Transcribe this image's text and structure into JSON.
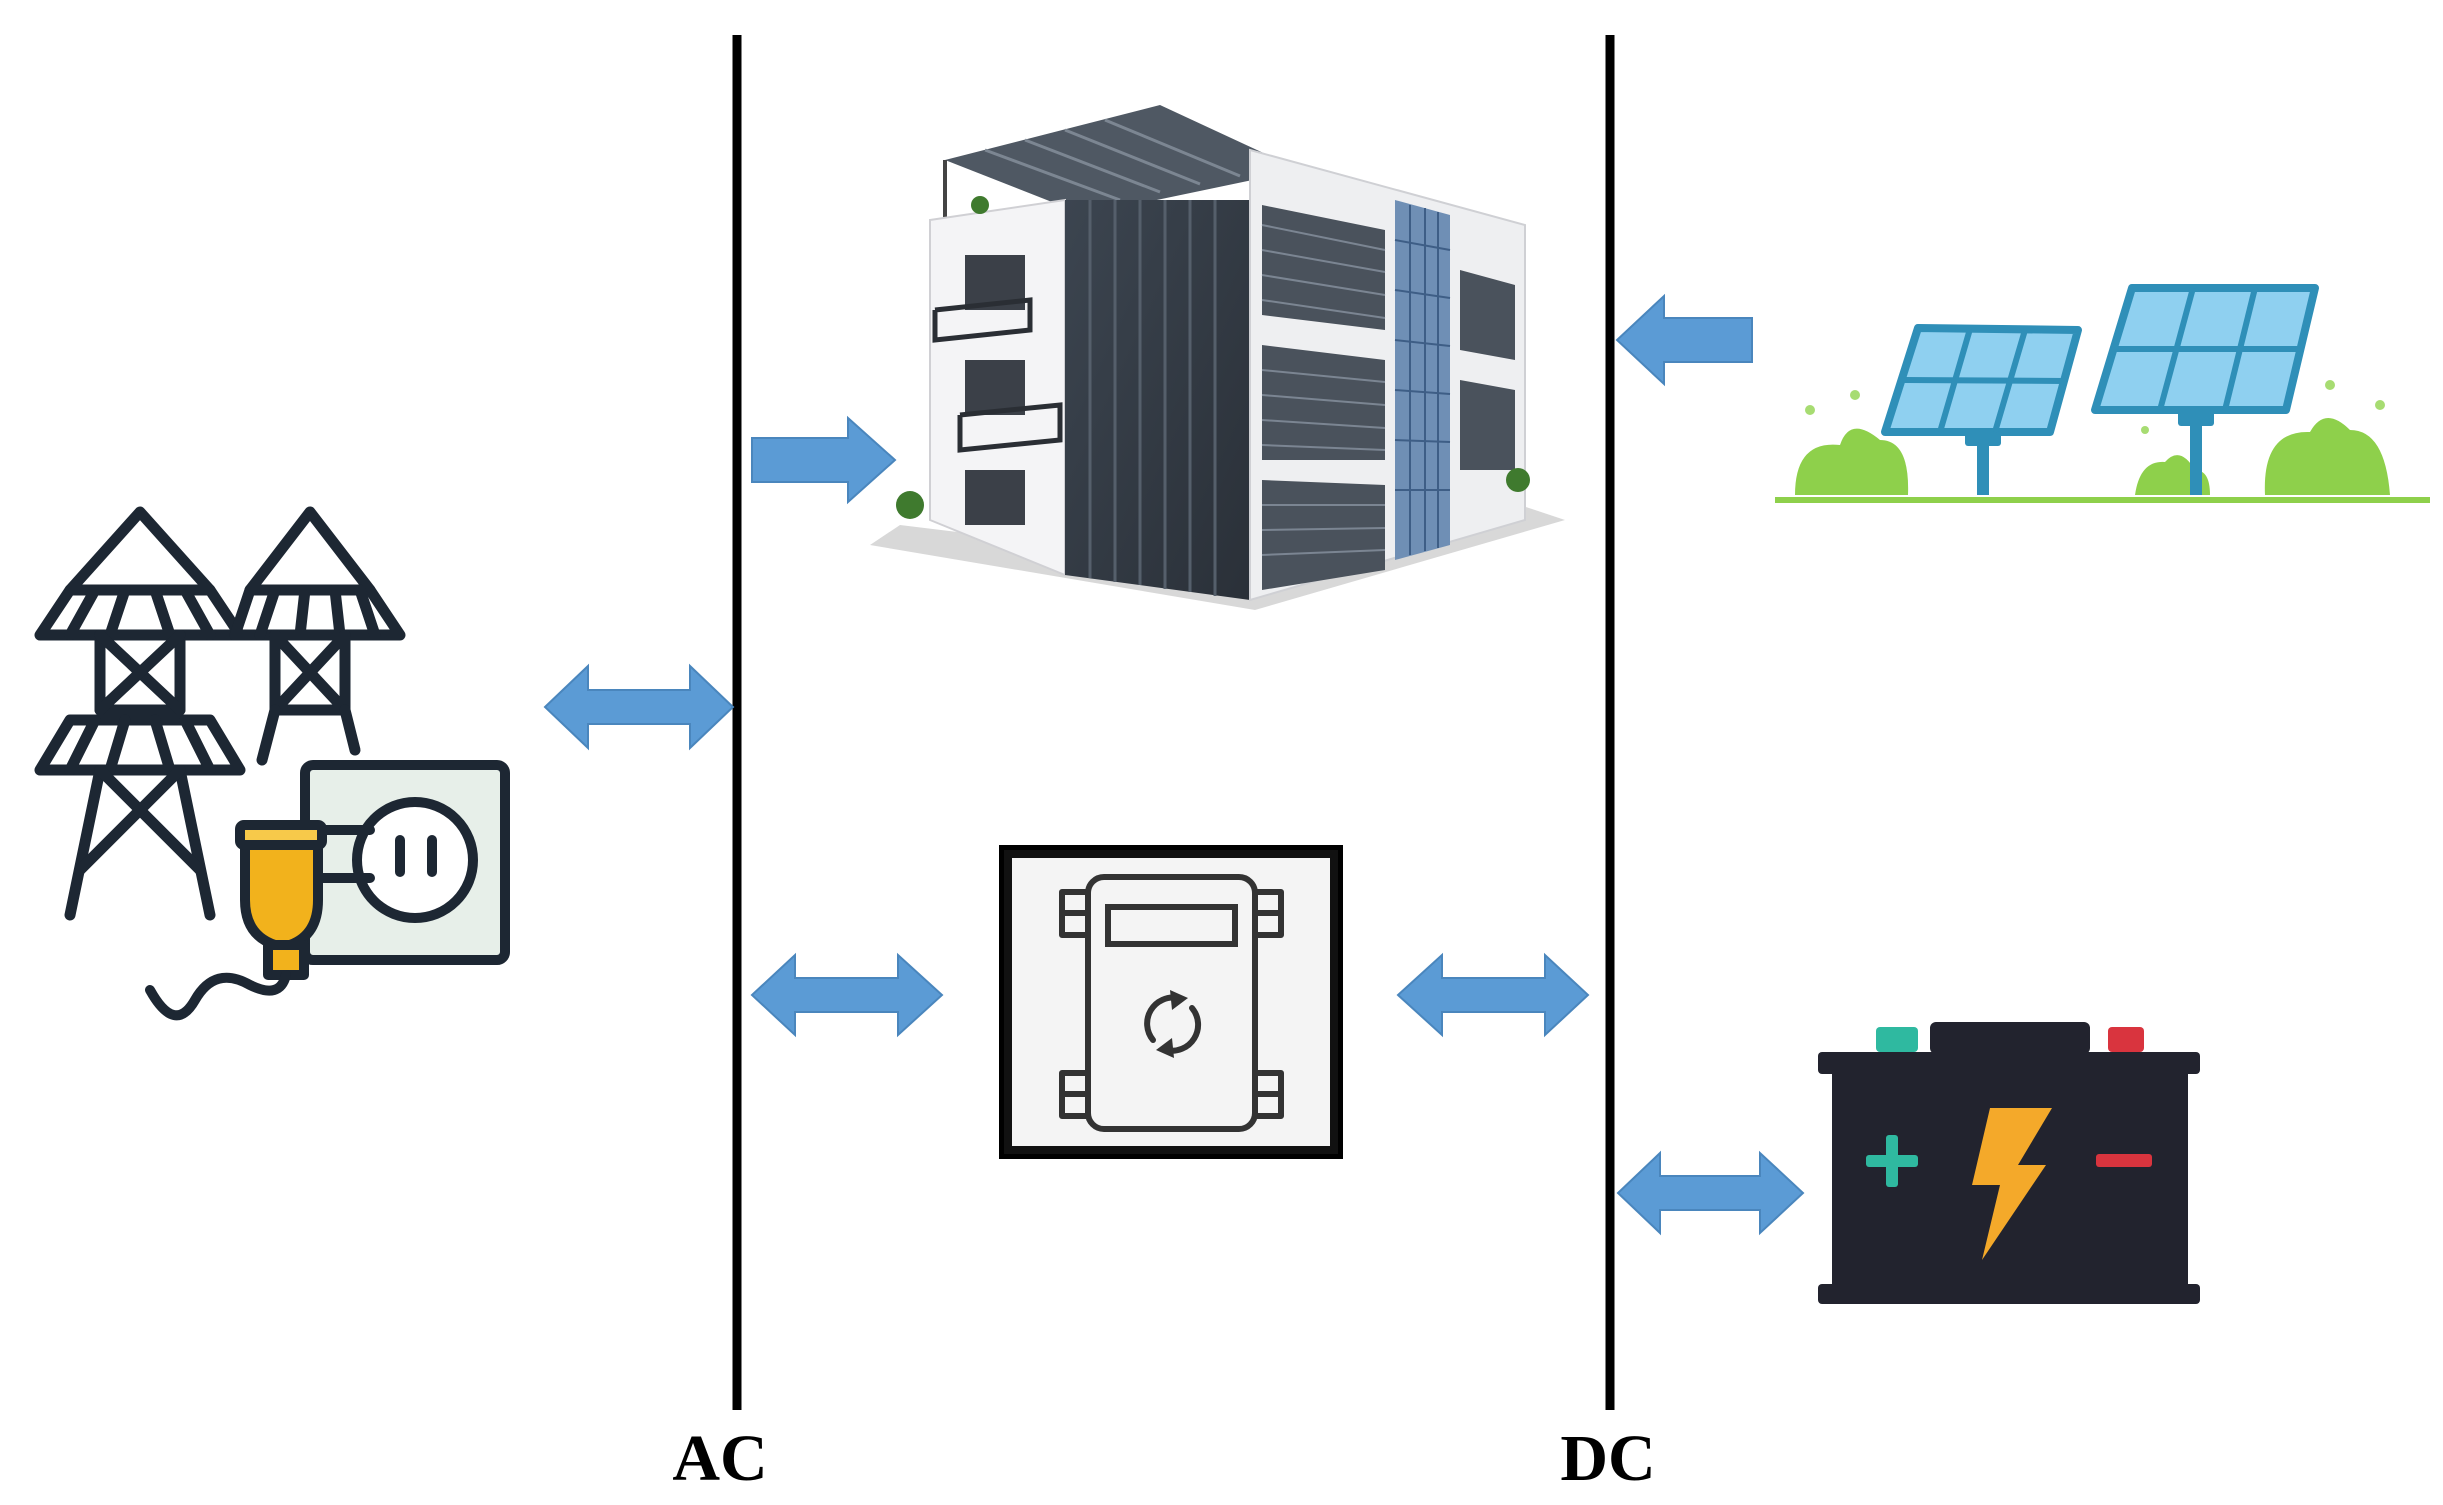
{
  "buses": {
    "ac_label": "AC",
    "dc_label": "DC"
  },
  "components": [
    {
      "id": "grid",
      "icon": "power-grid-icon"
    },
    {
      "id": "building",
      "icon": "building-icon"
    },
    {
      "id": "pv",
      "icon": "solar-panel-icon"
    },
    {
      "id": "converter",
      "icon": "bidirectional-converter-icon"
    },
    {
      "id": "battery",
      "icon": "battery-icon"
    }
  ],
  "connections": [
    {
      "from": "grid",
      "to": "ac_bus",
      "direction": "bidirectional"
    },
    {
      "from": "ac_bus",
      "to": "building",
      "direction": "one-way"
    },
    {
      "from": "pv",
      "to": "dc_bus",
      "direction": "one-way"
    },
    {
      "from": "ac_bus",
      "to": "converter",
      "direction": "bidirectional"
    },
    {
      "from": "converter",
      "to": "dc_bus",
      "direction": "bidirectional"
    },
    {
      "from": "dc_bus",
      "to": "battery",
      "direction": "bidirectional"
    }
  ],
  "colors": {
    "arrow": "#5b9bd5",
    "bus_line": "#000000",
    "icon_stroke": "#1d2733",
    "panel_blue": "#8fd0f0",
    "plant_green": "#8ed04b",
    "plug_yellow": "#f2b21c",
    "battery_body": "#22232e",
    "battery_plus": "#2fb9a0",
    "battery_minus": "#d9343e",
    "bolt": "#f4a92a"
  }
}
